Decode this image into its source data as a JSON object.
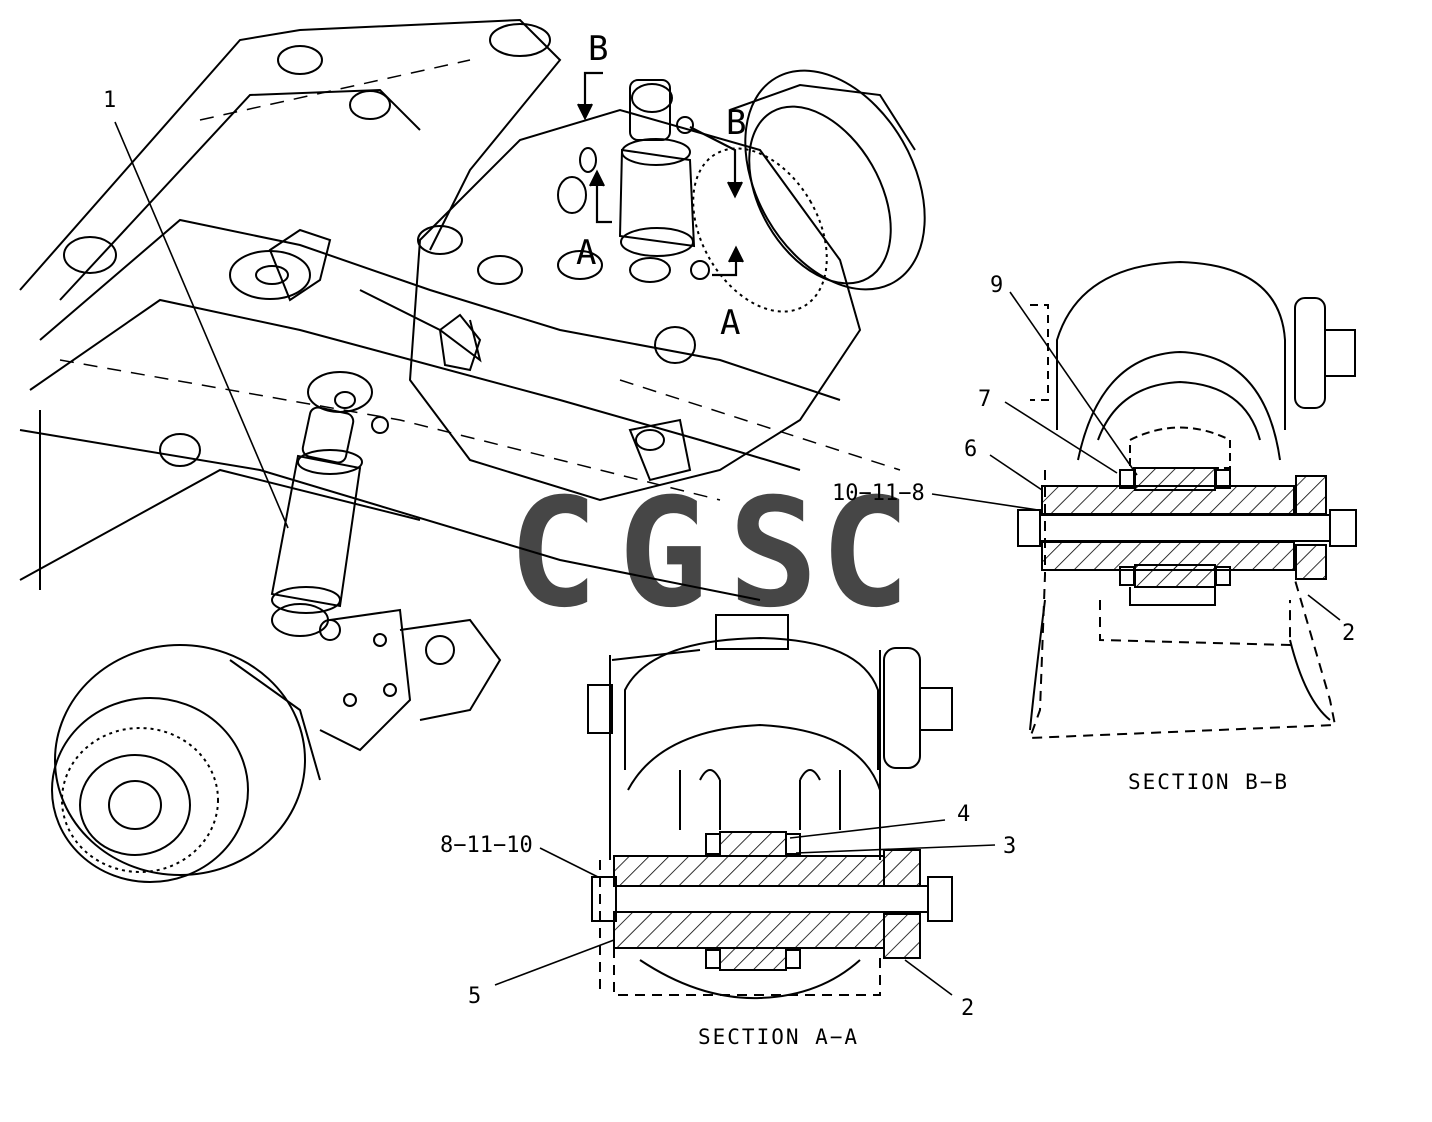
{
  "callouts": {
    "c1": "1",
    "c2a": "2",
    "c2b": "2",
    "c3": "3",
    "c4": "4",
    "c5": "5",
    "c6": "6",
    "c7": "7",
    "c9": "9",
    "c8_11_10": "8−11−10",
    "c10_11_8": "10−11−8"
  },
  "section_markers": {
    "a_top": "A",
    "a_bottom": "A",
    "b_top": "B",
    "b_right": "B"
  },
  "captions": {
    "section_a": "SECTION A−A",
    "section_b": "SECTION B−B"
  },
  "watermark": {
    "letters": [
      "C",
      "G",
      "S",
      "C"
    ],
    "colors": [
      "#5b8ff9",
      "#f08a7e",
      "#f7d560",
      "#5ab88c"
    ]
  }
}
